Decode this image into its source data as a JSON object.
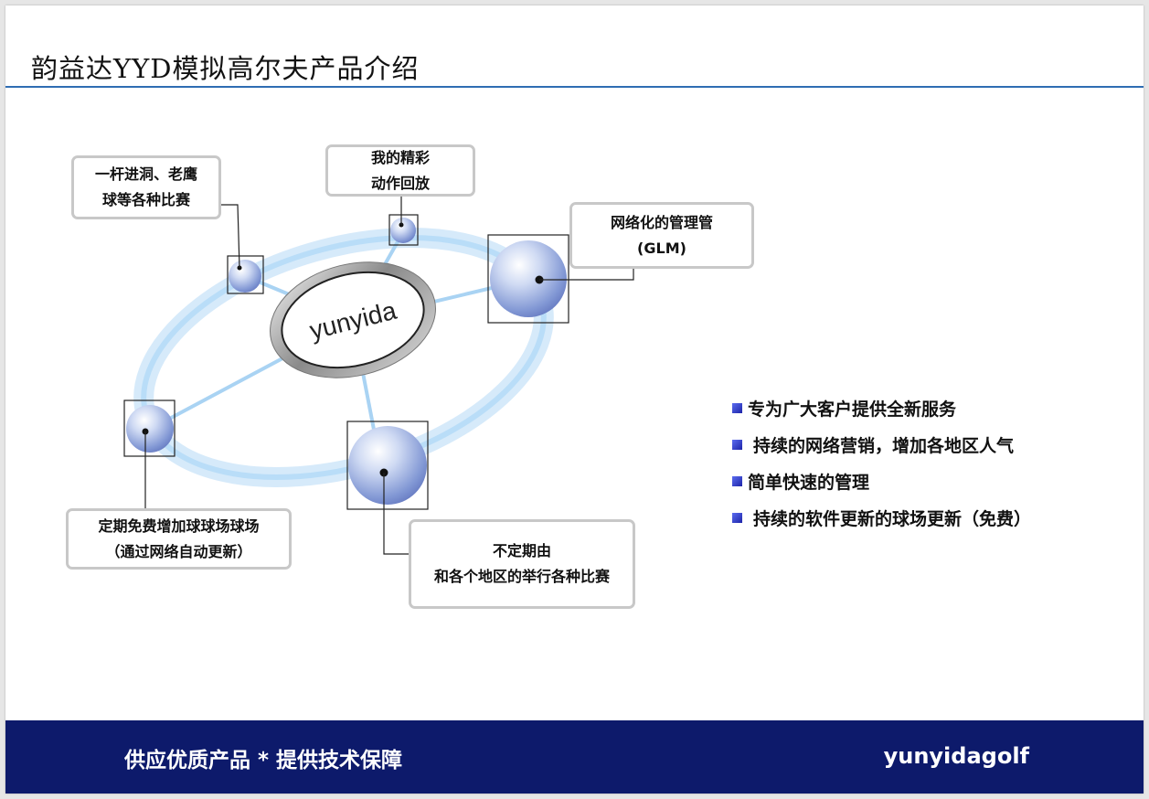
{
  "page": {
    "title": "韵益达YYD模拟高尔夫产品介绍"
  },
  "diagram": {
    "center_label": "yunyida",
    "callouts": [
      {
        "lines": [
          "一杆进洞、老鹰",
          "球等各种比赛"
        ]
      },
      {
        "lines": [
          "我的精彩",
          "动作回放"
        ]
      },
      {
        "lines": [
          "网络化的管理管",
          "(GLM)"
        ]
      },
      {
        "lines": [
          "定期免费增加球球场球场",
          "（通过网络自动更新）"
        ]
      },
      {
        "lines": [
          "不定期由",
          "和各个地区的举行各种比赛"
        ]
      }
    ]
  },
  "bullets": [
    "专为广大客户提供全新服务",
    "持续的网络营销，增加各地区人气",
    "简单快速的管理",
    "持续的软件更新的球场更新（免费）"
  ],
  "footer": {
    "slogan": "供应优质产品  * 提供技术保障",
    "brand": "yunyidagolf"
  },
  "colors": {
    "title_rule": "#2f6db3",
    "footer_bg": "#0d1a6b",
    "bullet_marker": "#2a35c8",
    "orbit": "#bfe0f8",
    "sphere": "#8fa6dc"
  }
}
